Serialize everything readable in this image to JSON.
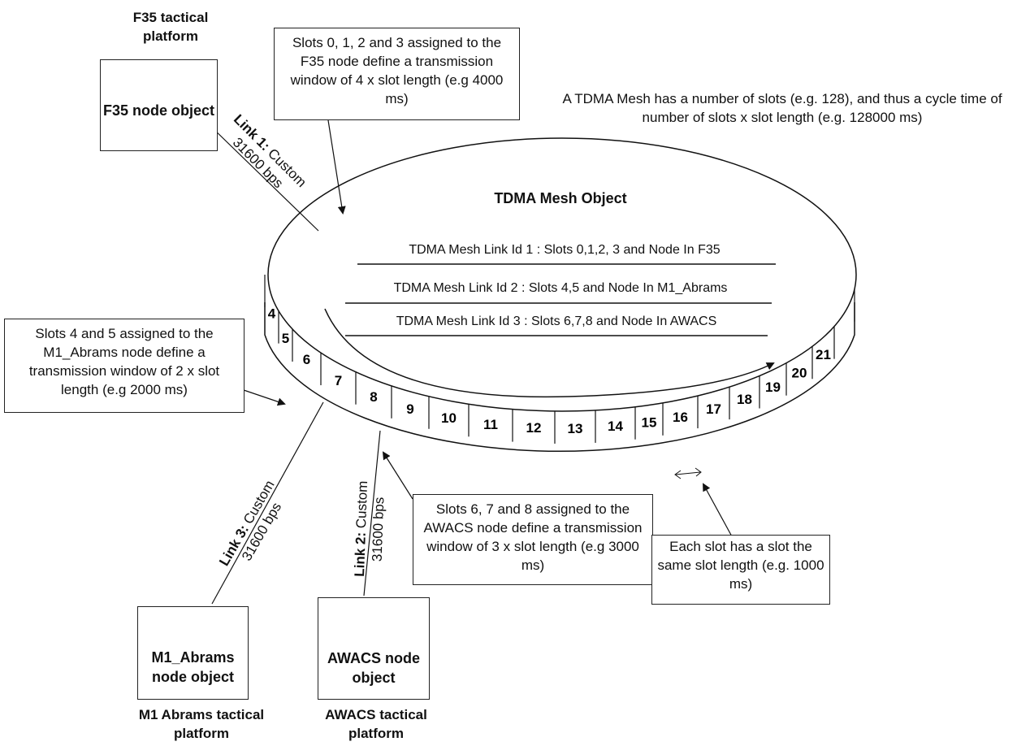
{
  "platforms": {
    "f35": "F35 tactical platform",
    "m1": "M1 Abrams tactical platform",
    "awacs": "AWACS tactical platform"
  },
  "nodes": {
    "f35": "F35 node object",
    "m1": "M1_Abrams node object",
    "awacs": "AWACS node object"
  },
  "notes": {
    "f35_slots": "Slots 0, 1, 2 and 3 assigned to the F35 node define a transmission window of 4 x slot length (e.g 4000 ms)",
    "m1_slots": "Slots 4 and 5 assigned to the M1_Abrams node define a transmission window of 2 x slot length (e.g 2000 ms)",
    "awacs_slots": "Slots 6, 7 and 8 assigned to the AWACS node define a transmission window of 3 x slot length (e.g 3000 ms)",
    "slot_length": "Each slot has a slot the same slot length (e.g. 1000 ms)",
    "cycle": "A TDMA Mesh has a number of slots (e.g. 128), and thus a cycle time of number of slots x slot length (e.g. 128000 ms)"
  },
  "mesh": {
    "title": "TDMA Mesh Object",
    "entries": [
      "TDMA Mesh Link Id 1 : Slots 0,1,2, 3 and Node In F35",
      "TDMA Mesh Link Id 2 : Slots 4,5 and Node In M1_Abrams",
      "TDMA Mesh Link  Id 3 : Slots 6,7,8 and Node In AWACS"
    ],
    "slots": [
      "4",
      "5",
      "6",
      "7",
      "8",
      "9",
      "10",
      "11",
      "12",
      "13",
      "14",
      "15",
      "16",
      "17",
      "18",
      "19",
      "20",
      "21"
    ]
  },
  "links": [
    {
      "name": "Link 1:",
      "type": "Custom",
      "rate": "31600 bps"
    },
    {
      "name": "Link 2:",
      "type": "Custom",
      "rate": "31600 bps"
    },
    {
      "name": "Link 3:",
      "type": "Custom",
      "rate": "31600 bps"
    }
  ],
  "icons": {
    "f35": "jet-fighter-icon",
    "m1": "tank-icon",
    "awacs": "awacs-aircraft-icon"
  }
}
